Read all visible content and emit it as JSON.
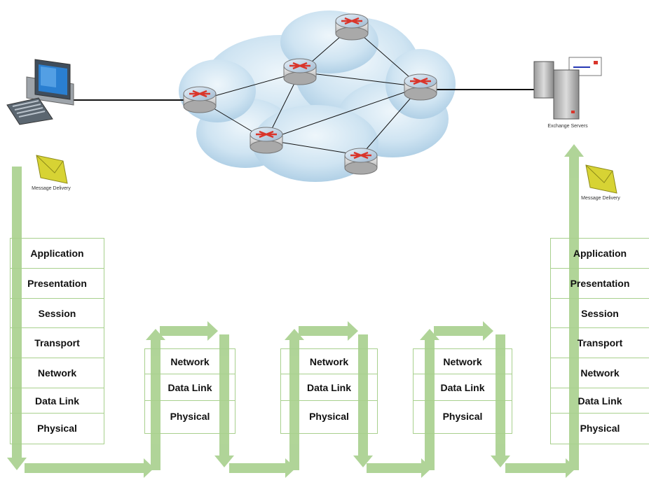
{
  "client": {
    "envelope_label": "Message Delivery",
    "layers": [
      "Application",
      "Presentation",
      "Session",
      "Transport",
      "Network",
      "Data Link",
      "Physical"
    ]
  },
  "server": {
    "caption": "Exchange Servers",
    "envelope_label": "Message Delivery",
    "layers": [
      "Application",
      "Presentation",
      "Session",
      "Transport",
      "Network",
      "Data Link",
      "Physical"
    ]
  },
  "routers": [
    {
      "layers": [
        "Network",
        "Data Link",
        "Physical"
      ]
    },
    {
      "layers": [
        "Network",
        "Data Link",
        "Physical"
      ]
    },
    {
      "layers": [
        "Network",
        "Data Link",
        "Physical"
      ]
    }
  ],
  "colors": {
    "arrow": "#a8d08d",
    "cloud": "#c5dff0",
    "router_accent": "#d9352b",
    "envelope": "#d7d334"
  }
}
